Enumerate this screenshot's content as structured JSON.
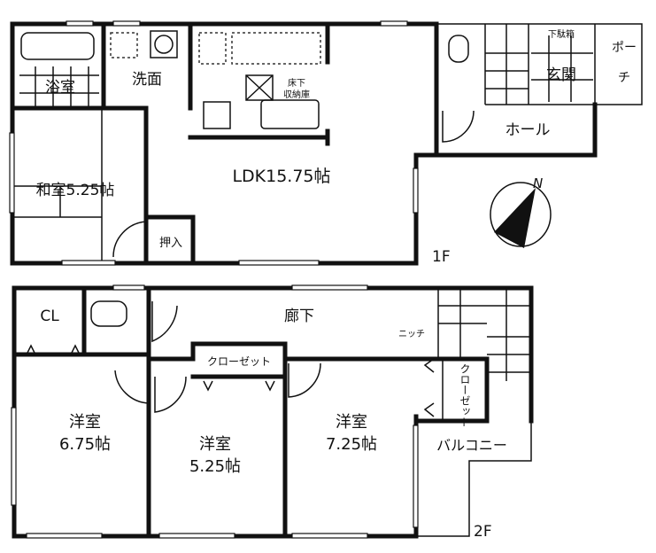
{
  "floor1": {
    "level_label": "1F",
    "rooms": {
      "bath": "浴室",
      "washroom": "洗面",
      "underfloor_storage_line1": "床下",
      "underfloor_storage_line2": "収納庫",
      "ldk": "LDK15.75帖",
      "japanese_room": "和室5.25帖",
      "oshiire": "押入",
      "hall": "ホール",
      "entrance": "玄関",
      "shoe_box": "下駄箱",
      "porch_line1": "ポー",
      "porch_line2": "チ"
    }
  },
  "floor2": {
    "level_label": "2F",
    "rooms": {
      "cl": "CL",
      "corridor": "廊下",
      "niche": "ニッチ",
      "closet_horizontal": "クローゼット",
      "closet_vertical": "クローゼット",
      "room_a_name": "洋室",
      "room_a_size": "6.75帖",
      "room_b_name": "洋室",
      "room_b_size": "5.25帖",
      "room_c_name": "洋室",
      "room_c_size": "7.25帖",
      "balcony": "バルコニー"
    }
  },
  "compass": {
    "north_label": "N"
  },
  "colors": {
    "wall": "#111111",
    "background": "#ffffff"
  }
}
